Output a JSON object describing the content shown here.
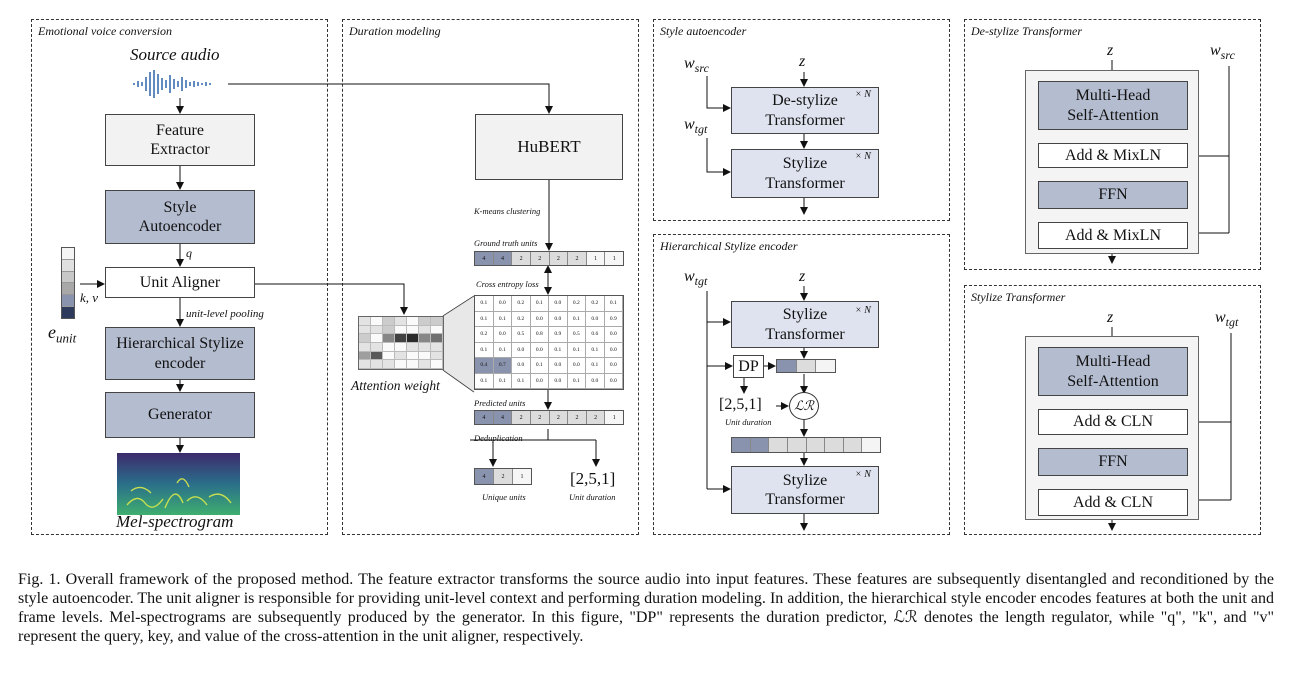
{
  "panels": {
    "evc": "Emotional voice conversion",
    "dur": "Duration modeling",
    "sae": "Style autoencoder",
    "hse": "Hierarchical Stylize encoder",
    "dst": "De-stylize Transformer",
    "st": "Stylize Transformer"
  },
  "evc": {
    "source_audio": "Source audio",
    "feature_extractor": "Feature Extractor",
    "style_autoencoder": "Style Autoencoder",
    "q": "q",
    "unit_aligner": "Unit Aligner",
    "kv": "k, v",
    "e_unit": "e",
    "e_unit_sub": "unit",
    "unit_pooling": "unit-level pooling",
    "hier": "Hierarchical Stylize encoder",
    "generator": "Generator",
    "mel": "Mel-spectrogram"
  },
  "dur": {
    "hubert": "HuBERT",
    "kmeans": "K-means clustering",
    "gt_units": "Ground truth units",
    "ce_loss": "Cross entropy loss",
    "attention_weight": "Attention weight",
    "predicted_units": "Predicted units",
    "dedup": "Deduplication",
    "unique_units": "Unique units",
    "unit_duration": "Unit duration",
    "duration_value": "[2,5,1]",
    "gt_strip": [
      "4",
      "4",
      "2",
      "2",
      "2",
      "2",
      "1",
      "1"
    ],
    "pred_strip": [
      "4",
      "4",
      "2",
      "2",
      "2",
      "2",
      "2",
      "1"
    ],
    "unique_strip": [
      "4",
      "2",
      "1"
    ],
    "matrix": [
      [
        "0.1",
        "0.0",
        "0.2",
        "0.1",
        "0.0",
        "0.2",
        "0.2"
      ],
      [
        "0.1",
        "0.1",
        "0.2",
        "0.0",
        "0.0",
        "0.1",
        "0.0"
      ],
      [
        "0.2",
        "0.0",
        "0.5",
        "0.8",
        "0.9",
        "0.5",
        "0.6"
      ],
      [
        "0.1",
        "0.1",
        "0.0",
        "0.0",
        "0.1",
        "0.1",
        "0.1"
      ],
      [
        "0.4",
        "0.7",
        "0.0",
        "0.1",
        "0.0",
        "0.0",
        "0.1"
      ],
      [
        "0.1",
        "0.1",
        "0.1",
        "0.0",
        "0.0",
        "0.1",
        "0.0"
      ]
    ],
    "matrix_last_col": [
      "0.1",
      "0.9",
      "0.0",
      "0.0",
      "0.0",
      "0.0"
    ]
  },
  "sae": {
    "w_src": "w",
    "w_src_sub": "src",
    "w_tgt": "w",
    "w_tgt_sub": "tgt",
    "z": "z",
    "destylize": "De-stylize Transformer",
    "stylize": "Stylize Transformer",
    "times_n": "× N"
  },
  "hse": {
    "w": "w",
    "w_sub": "tgt",
    "z": "z",
    "stylize_top": "Stylize Transformer",
    "dp": "DP",
    "dur_value": "[2,5,1]",
    "unit_duration": "Unit duration",
    "lr": "ℒℛ",
    "stylize_bottom": "Stylize Transformer",
    "times_n": "× N"
  },
  "dst": {
    "z": "z",
    "w": "w",
    "w_sub": "src",
    "mhsa": "Multi-Head Self-Attention",
    "addnorm1": "Add & MixLN",
    "ffn": "FFN",
    "addnorm2": "Add & MixLN"
  },
  "st": {
    "z": "z",
    "w": "w",
    "w_sub": "tgt",
    "mhsa": "Multi-Head Self-Attention",
    "addnorm1": "Add & CLN",
    "ffn": "FFN",
    "addnorm2": "Add & CLN"
  },
  "caption": "Fig. 1.  Overall framework of the proposed method. The feature extractor transforms the source audio into input features. These features are subsequently disentangled and reconditioned by the style autoencoder. The unit aligner is responsible for providing unit-level context and performing duration modeling. In addition, the hierarchical style encoder encodes features at both the unit and frame levels. Mel-spectrograms are subsequently produced by the generator. In this figure, \"DP\" represents the duration predictor, ℒℛ denotes the length regulator, while \"q\", \"k\", and \"v\" represent the query, key, and value of the cross-attention in the unit aligner, respectively."
}
